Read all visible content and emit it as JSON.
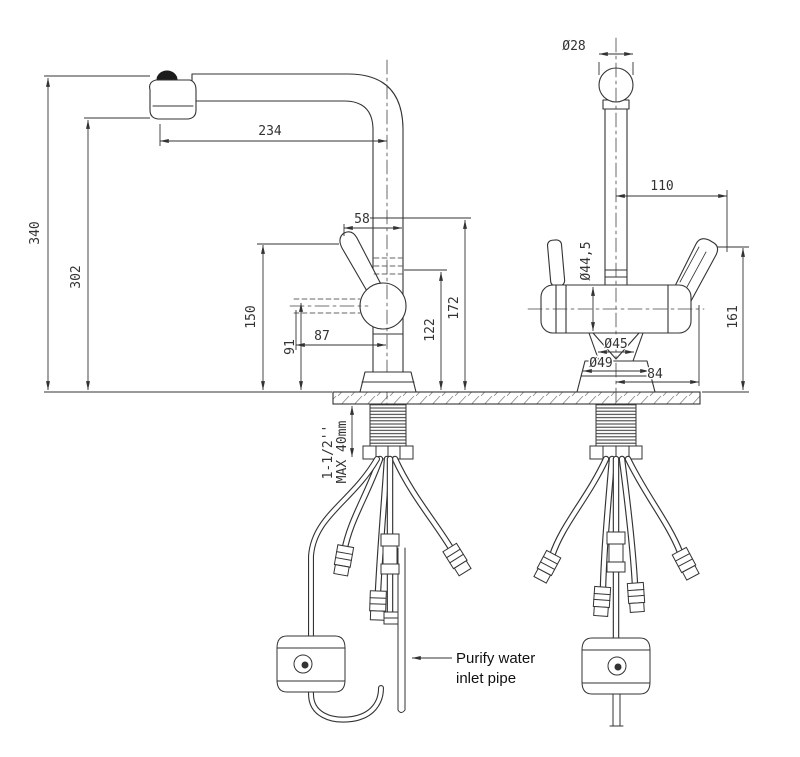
{
  "dimensions": {
    "left_view": {
      "total_height": "340",
      "spout_height": "302",
      "spout_reach": "234",
      "lever_offset": "58",
      "lever_tip_height": "150",
      "lever_pivot_height": "91",
      "lever_reach": "87",
      "body_joint_height": "122",
      "lever_top_height": "172",
      "thread_size": "1-1/2''",
      "max_deck_thickness": "MAX 40mm"
    },
    "right_view": {
      "cap_diameter": "Ø28",
      "handle_span": "110",
      "body_diameter": "Ø44,5",
      "handle_height": "161",
      "cone_diameter": "Ø45",
      "base_diameter": "Ø49",
      "base_offset": "84"
    }
  },
  "labels": {
    "purify_line1": "Purify water",
    "purify_line2": "inlet pipe"
  }
}
